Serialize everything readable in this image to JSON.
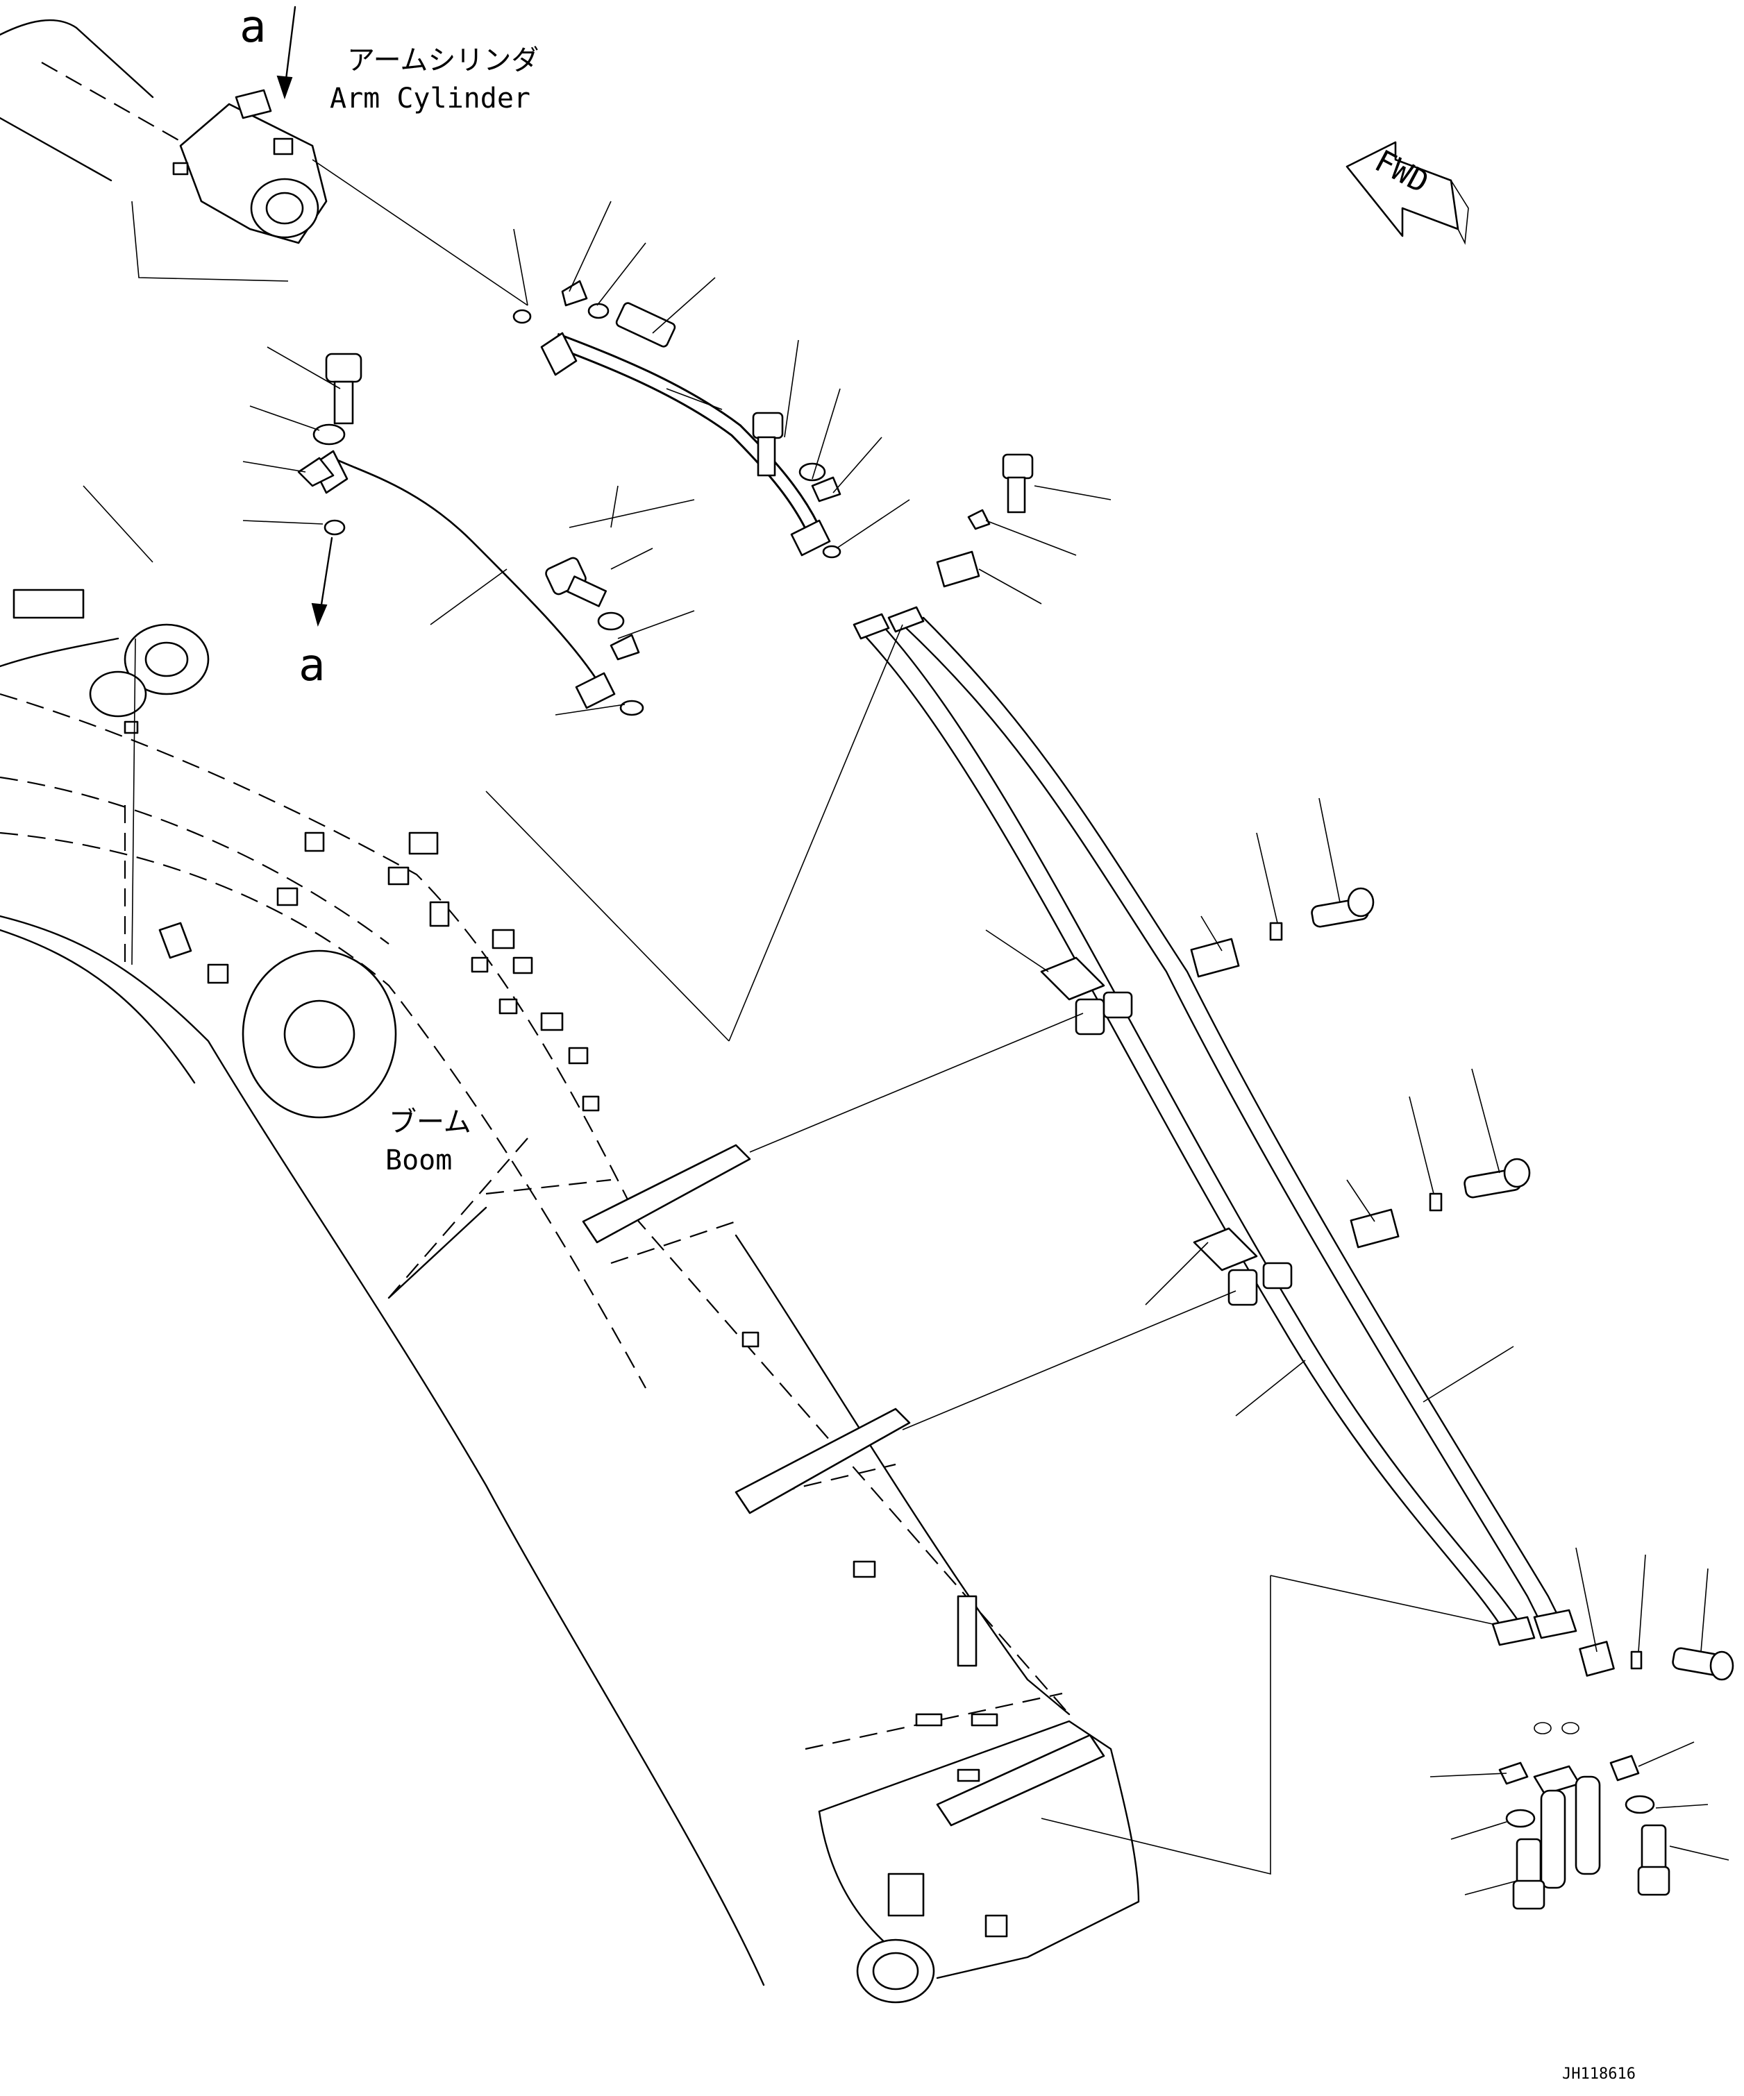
{
  "labels": {
    "arm_cylinder_jp": "アームシリンダ",
    "arm_cylinder_en": "Arm Cylinder",
    "boom_jp": "ブーム",
    "boom_en": "Boom",
    "ref_a_top": "a",
    "ref_a_mid": "a",
    "fwd": "FWD",
    "drawing_code": "JH118616"
  }
}
